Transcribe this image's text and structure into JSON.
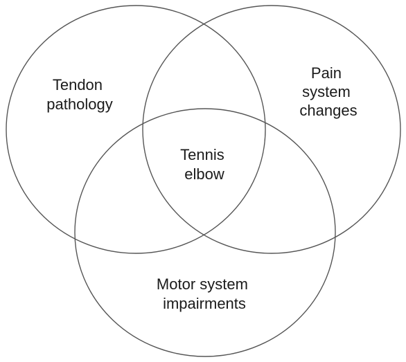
{
  "diagram": {
    "type": "venn",
    "sets": [
      {
        "id": "tendon",
        "lines": [
          "Tendon",
          "pathology"
        ]
      },
      {
        "id": "pain",
        "lines": [
          "Pain",
          "system",
          "changes"
        ]
      },
      {
        "id": "motor",
        "lines": [
          "Motor system",
          "impairments"
        ]
      }
    ],
    "center": {
      "lines": [
        "Tennis",
        "elbow"
      ]
    },
    "colors": {
      "stroke": "#555555",
      "text": "#1a1a1a",
      "background": "#ffffff"
    }
  }
}
